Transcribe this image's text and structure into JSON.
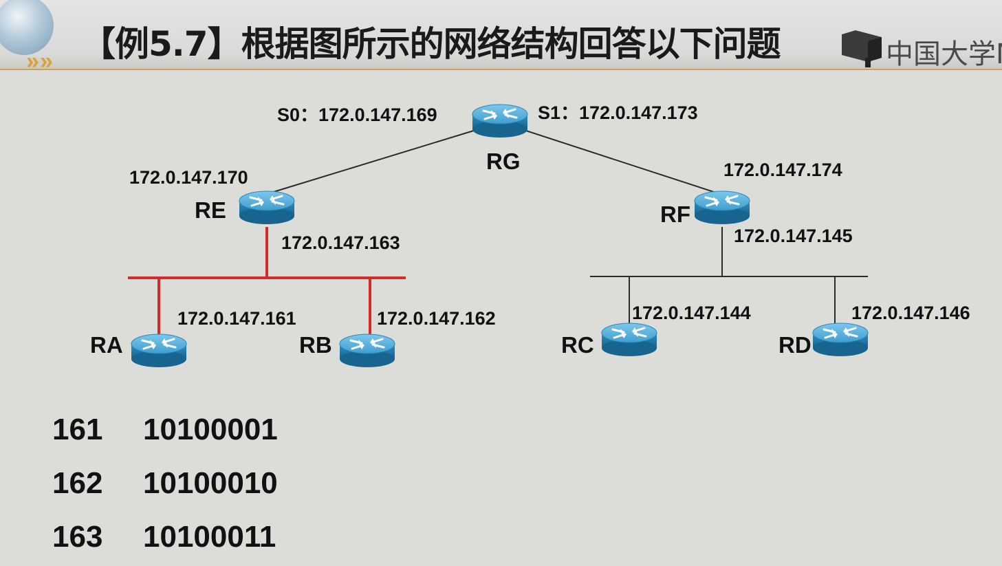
{
  "header": {
    "title": "【例5.7】根据图所示的网络结构回答以下问题",
    "logo_text": "中国大学M"
  },
  "diagram": {
    "routers": {
      "rg": "RG",
      "re": "RE",
      "rf": "RF",
      "ra": "RA",
      "rb": "RB",
      "rc": "RC",
      "rd": "RD"
    },
    "addresses": {
      "s0": "S0：172.0.147.169",
      "s1": "S1：172.0.147.173",
      "re_up": "172.0.147.170",
      "rf_up": "172.0.147.174",
      "re_lan": "172.0.147.163",
      "rf_lan": "172.0.147.145",
      "ra": "172.0.147.161",
      "rb": "172.0.147.162",
      "rc": "172.0.147.144",
      "rd": "172.0.147.146"
    },
    "colors": {
      "left_lan": "#d42a2a",
      "link": "#2a2a2a",
      "router": "#2b93c4"
    }
  },
  "binary_table": [
    {
      "decimal": "161",
      "binary": "10100001"
    },
    {
      "decimal": "162",
      "binary": "10100010"
    },
    {
      "decimal": "163",
      "binary": "10100011"
    }
  ]
}
